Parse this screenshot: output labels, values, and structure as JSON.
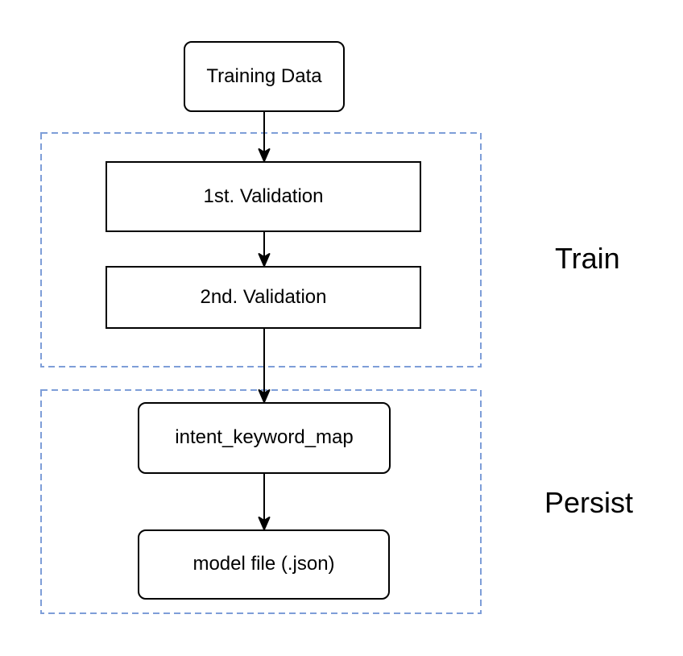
{
  "diagram": {
    "type": "flowchart",
    "background": "#ffffff",
    "colors": {
      "node_border": "#000000",
      "node_fill": "#ffffff",
      "group_border": "#7e9ed8",
      "arrow": "#000000",
      "text": "#000000"
    },
    "nodes": [
      {
        "id": "training_data",
        "label": "Training Data",
        "shape": "rounded"
      },
      {
        "id": "first_validation",
        "label": "1st. Validation",
        "shape": "rectangle"
      },
      {
        "id": "second_validation",
        "label": "2nd. Validation",
        "shape": "rectangle"
      },
      {
        "id": "intent_keyword_map",
        "label": "intent_keyword_map",
        "shape": "rounded"
      },
      {
        "id": "model_file",
        "label": "model file (.json)",
        "shape": "rounded"
      }
    ],
    "groups": [
      {
        "id": "train",
        "label": "Train",
        "border_style": "dashed",
        "members": [
          "first_validation",
          "second_validation"
        ]
      },
      {
        "id": "persist",
        "label": "Persist",
        "border_style": "dashed",
        "members": [
          "intent_keyword_map",
          "model_file"
        ]
      }
    ],
    "edges": [
      {
        "from": "training_data",
        "to": "first_validation"
      },
      {
        "from": "first_validation",
        "to": "second_validation"
      },
      {
        "from": "second_validation",
        "to": "intent_keyword_map"
      },
      {
        "from": "intent_keyword_map",
        "to": "model_file"
      }
    ]
  }
}
